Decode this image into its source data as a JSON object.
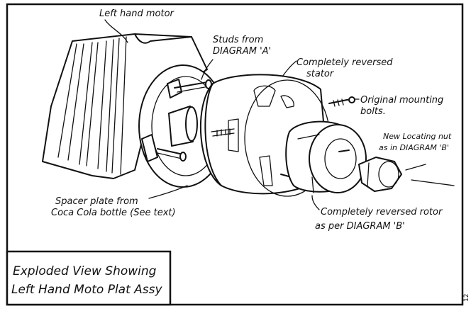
{
  "labels": {
    "left_hand_motor": "Left hand motor",
    "studs_line1": "Studs from",
    "studs_line2": "DIAGRAM 'A'",
    "stator_line1": "Completely reversed",
    "stator_line2": "stator",
    "bolts_line1": "Original mounting",
    "bolts_line2": "bolts.",
    "locating_line1": "New Locating nut",
    "locating_line2": "as in DIAGRAM 'B'",
    "spacer_line1": "Spacer plate from",
    "spacer_line2": "Coca Cola bottle (See text)",
    "rotor_line1": "Completely reversed rotor",
    "rotor_line2": "as per DIAGRAM 'B'"
  },
  "caption": {
    "line1": "Exploded View Showing",
    "line2": "Left Hand Moto Plat Assy"
  },
  "page_number": "12"
}
